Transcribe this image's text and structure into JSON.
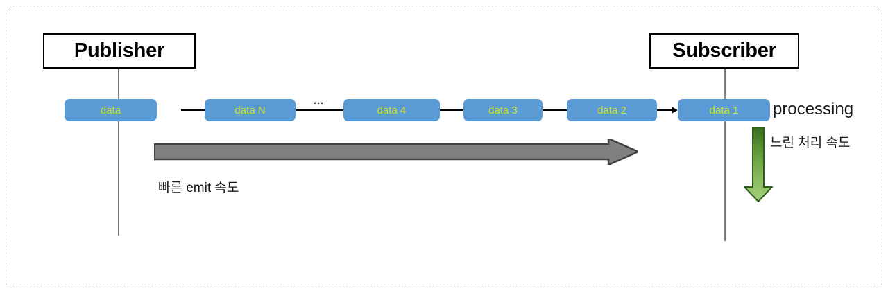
{
  "diagram": {
    "title": "Publisher / Subscriber backpressure diagram",
    "colors": {
      "chip_fill": "#5B9BD5",
      "chip_text": "#CDE22E",
      "lifeline": "#7F7F7F",
      "gray_arrow_fill": "#808080",
      "gray_arrow_stroke": "#404040",
      "green_arrow_fill_top": "#376E1E",
      "green_arrow_fill_bottom": "#9CCB72",
      "green_arrow_stroke": "#2E5E18",
      "frame_border": "#B9B9B9",
      "connector": "#000000"
    },
    "endpoints": [
      {
        "id": "publisher",
        "label": "Publisher"
      },
      {
        "id": "subscriber",
        "label": "Subscriber"
      }
    ],
    "chips": [
      {
        "id": "chip-data",
        "label": "data"
      },
      {
        "id": "chip-data-n",
        "label": "data N"
      },
      {
        "id": "chip-data-4",
        "label": "data 4"
      },
      {
        "id": "chip-data-3",
        "label": "data 3"
      },
      {
        "id": "chip-data-2",
        "label": "data 2"
      },
      {
        "id": "chip-data-1",
        "label": "data 1"
      }
    ],
    "ellipsis": "…",
    "labels": {
      "processing": "processing",
      "emit_speed": "빠른 emit 속도",
      "processing_speed": "느린 처리 속도"
    }
  }
}
